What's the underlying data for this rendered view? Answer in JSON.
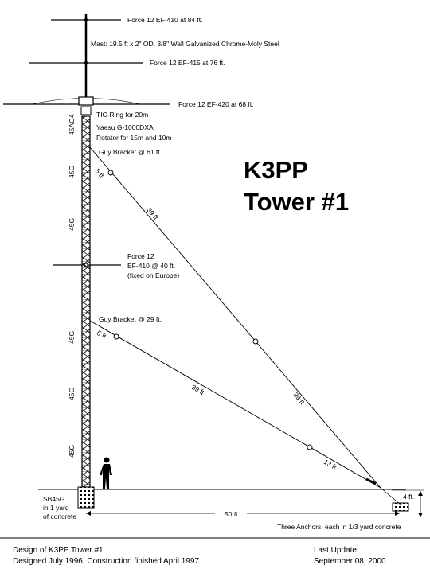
{
  "title": {
    "line1": "K3PP",
    "line2": "Tower #1"
  },
  "antennas": {
    "ef410_top": "Force 12 EF-410 at 84 ft.",
    "ef415": "Force 12 EF-415 at 76 ft.",
    "ef420": "Force 12 EF-420 at 68 ft.",
    "mid_line1": "Force 12",
    "mid_line2": "EF-410 @ 40 ft.",
    "mid_line3": "(fixed on Europe)"
  },
  "mast": "Mast: 19.5 ft x 2\" OD, 3/8\" Wall Galvanized Chrome-Moly Steel",
  "tic_ring": "TIC-Ring for 20m",
  "rotator": {
    "line1": "Yaesu G-1000DXA",
    "line2": "Rotator for 15m and 10m"
  },
  "guy_brackets": {
    "upper": "Guy Bracket @ 61 ft.",
    "lower": "Guy Bracket @ 29 ft."
  },
  "sections": [
    "45AG4",
    "45G",
    "45G",
    "45G",
    "45G",
    "45G"
  ],
  "guy_lengths": {
    "upper_5": "5 ft",
    "upper_39a": "39 ft",
    "upper_39b": "39 ft",
    "lower_5": "5 ft",
    "lower_39": "39 ft",
    "lower_13": "13 ft"
  },
  "base": {
    "line1": "SB45G",
    "line2": "in 1 yard",
    "line3": "of concrete"
  },
  "dimensions": {
    "distance": "50 ft.",
    "depth": "4 ft."
  },
  "anchors": "Three Anchors, each in 1/3 yard concrete",
  "footer": {
    "design": "Design of K3PP Tower #1",
    "dates": "Designed July 1996, Construction finished April 1997",
    "update_label": "Last Update:",
    "update_date": "September 08, 2000"
  }
}
